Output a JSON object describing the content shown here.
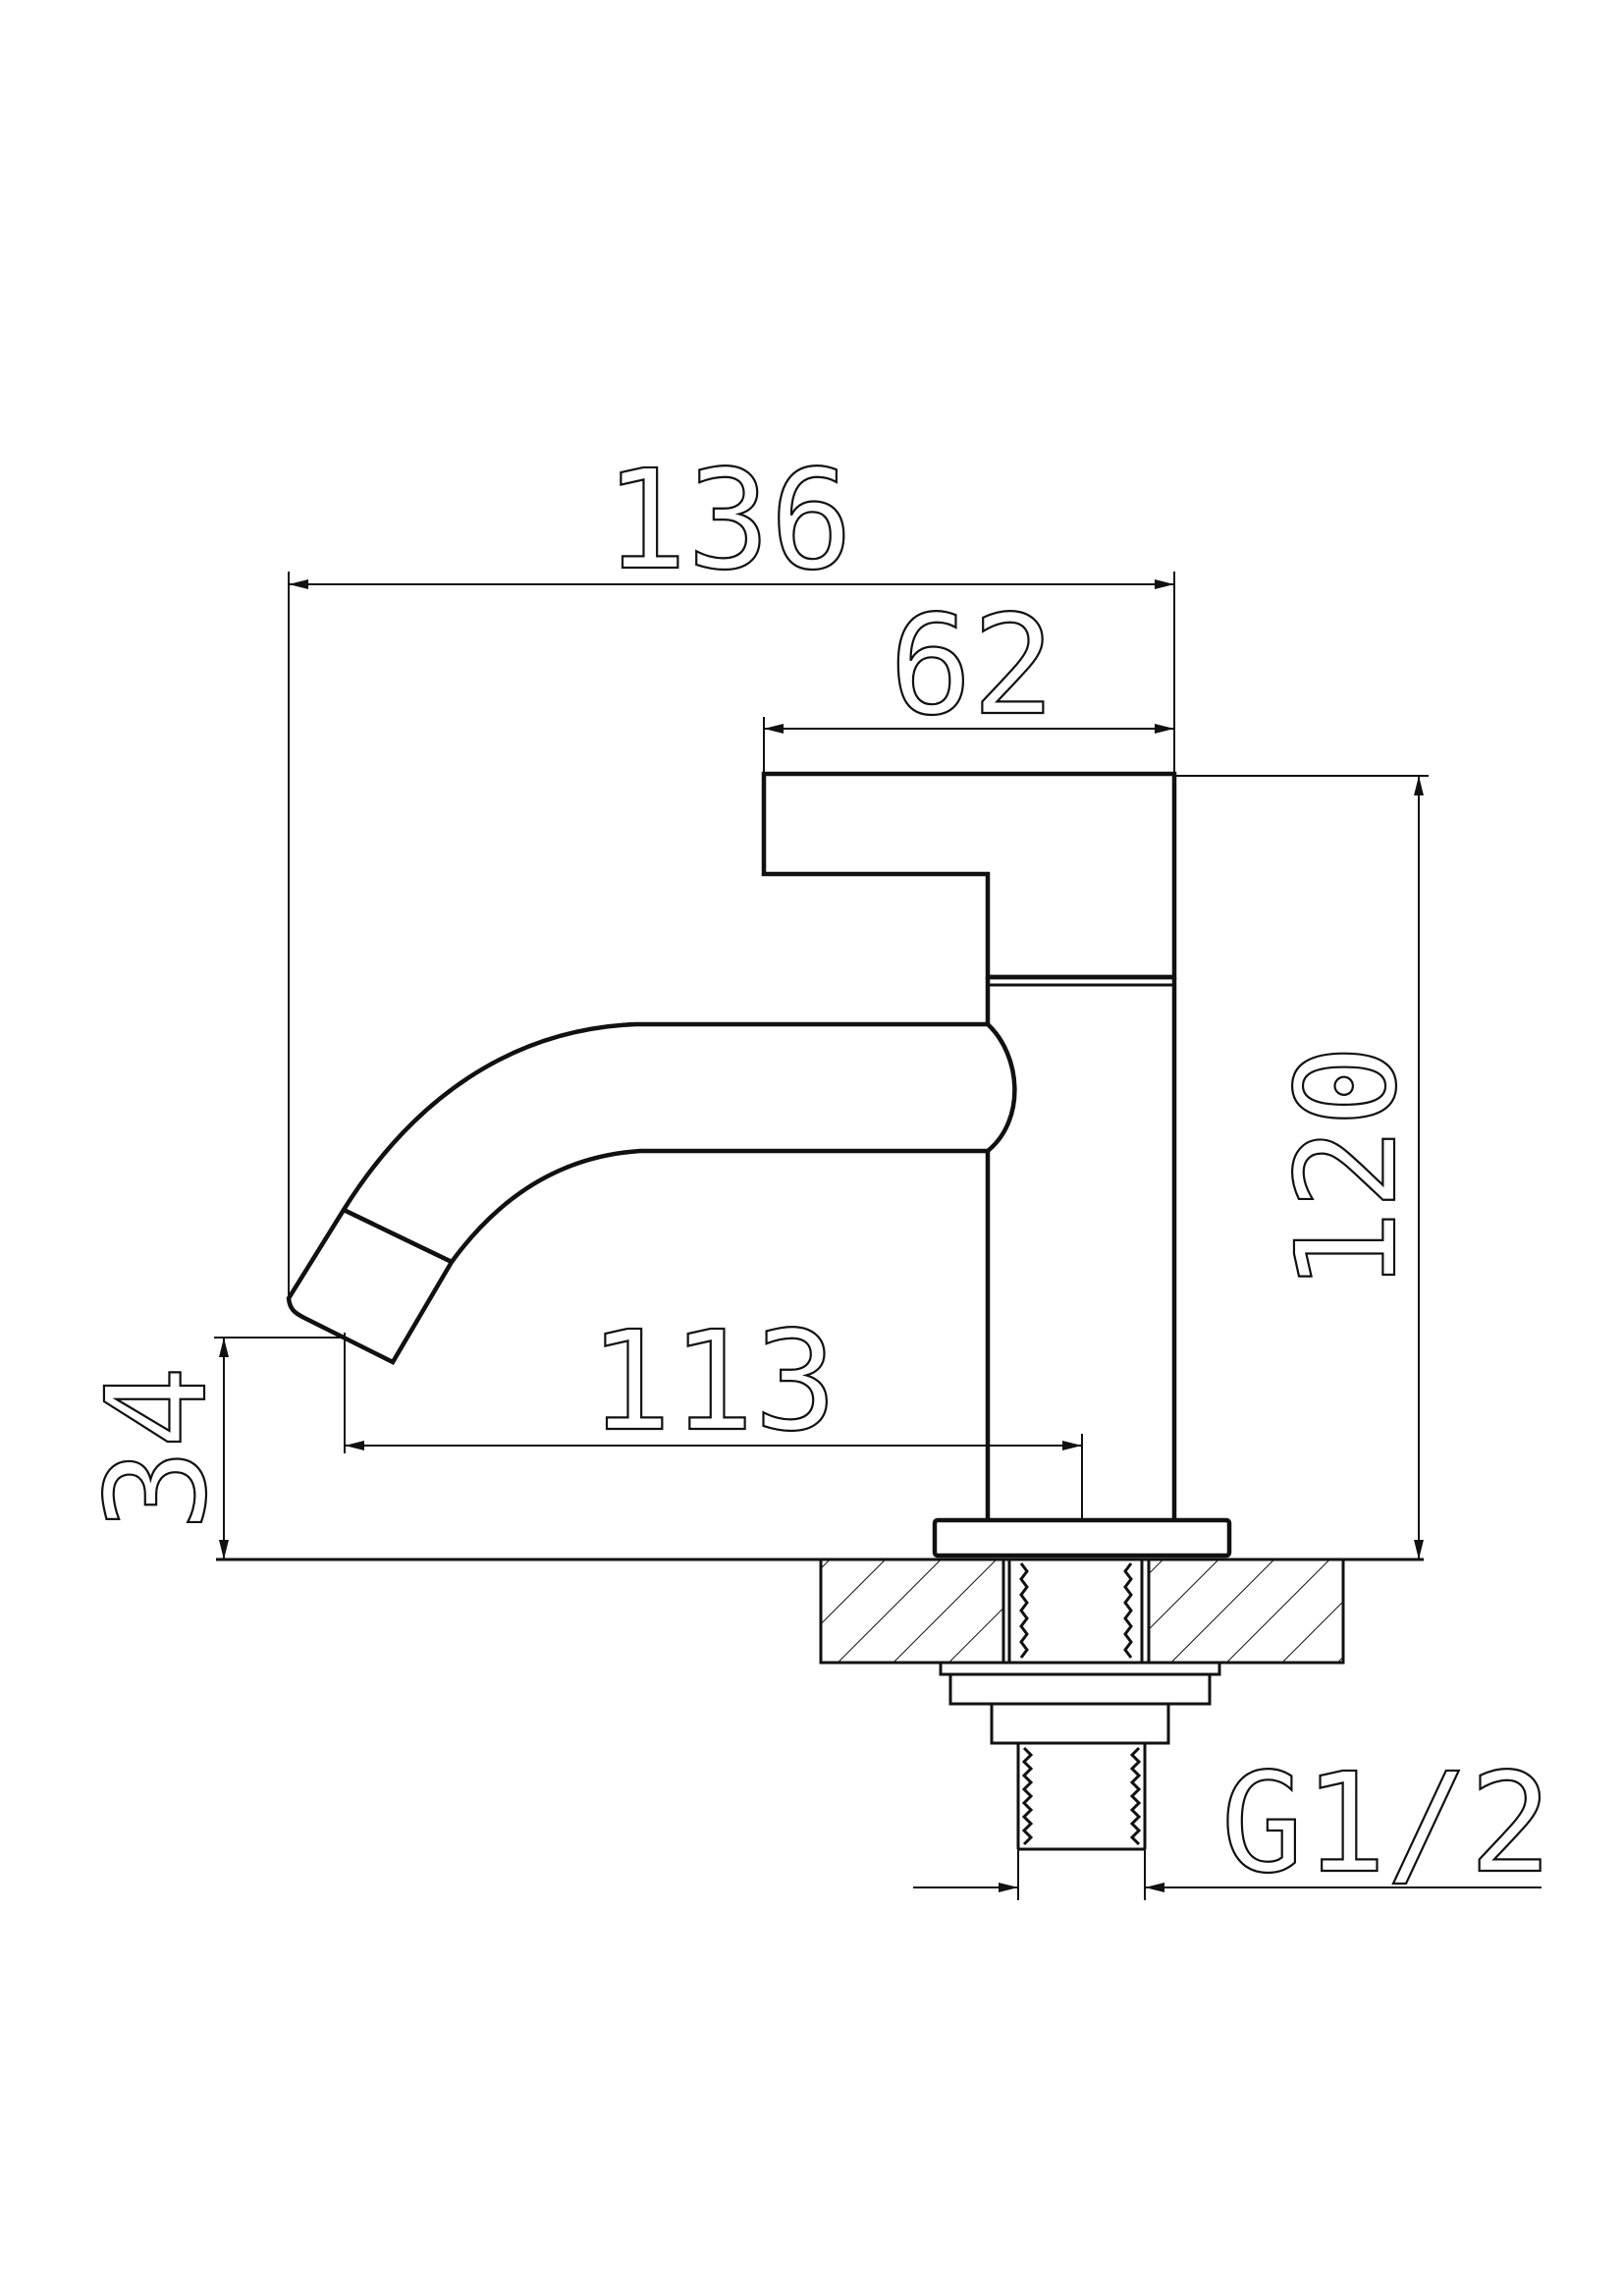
{
  "drawing": {
    "colors": {
      "ink": "#111111",
      "paper": "#ffffff"
    },
    "dimensions": {
      "overall_length": "136",
      "handle_length": "62",
      "height": "120",
      "spout_reach": "113",
      "spout_height": "34",
      "thread": "G1/2"
    }
  }
}
